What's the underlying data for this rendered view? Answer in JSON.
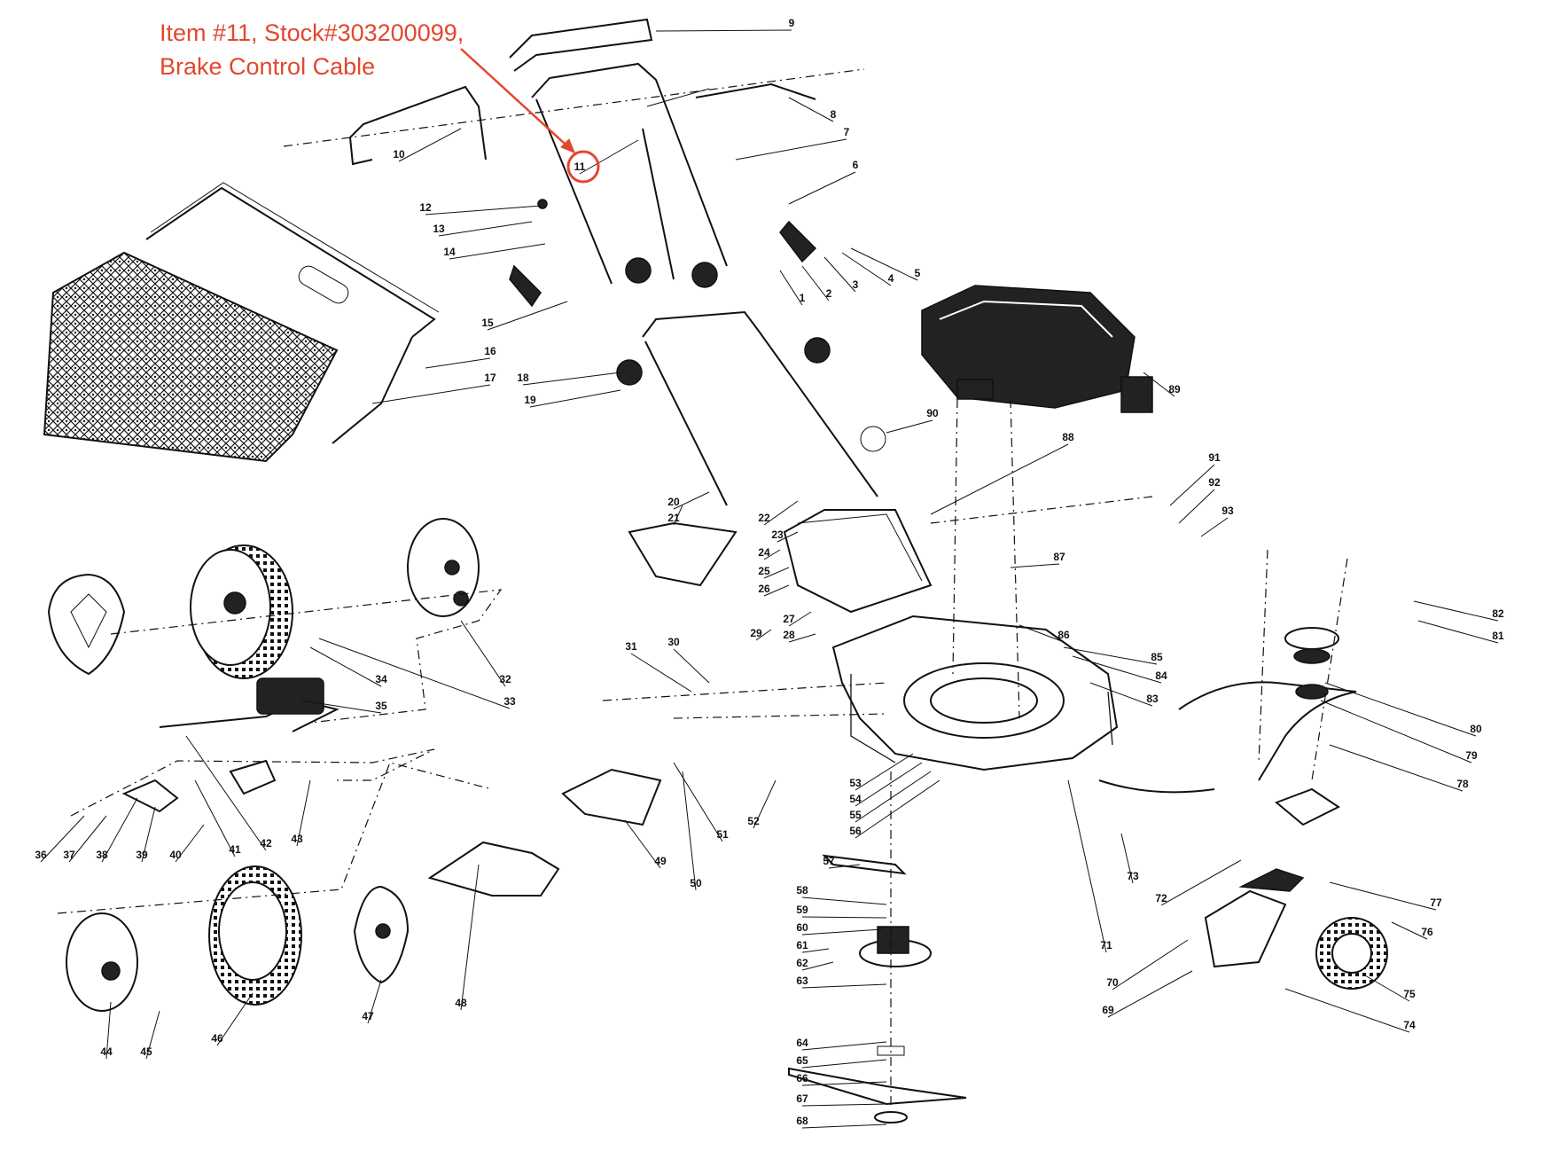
{
  "callout": {
    "line1": "Item #11, Stock#303200099,",
    "line2": "Brake Control Cable",
    "color": "#e2472d"
  },
  "part_numbers": [
    "1",
    "2",
    "3",
    "4",
    "5",
    "6",
    "7",
    "8",
    "9",
    "10",
    "11",
    "12",
    "13",
    "14",
    "15",
    "16",
    "17",
    "18",
    "19",
    "20",
    "21",
    "22",
    "23",
    "24",
    "25",
    "26",
    "27",
    "28",
    "29",
    "30",
    "31",
    "32",
    "33",
    "34",
    "35",
    "36",
    "37",
    "38",
    "39",
    "40",
    "41",
    "42",
    "43",
    "44",
    "45",
    "46",
    "47",
    "48",
    "49",
    "50",
    "51",
    "52",
    "53",
    "54",
    "55",
    "56",
    "57",
    "58",
    "59",
    "60",
    "61",
    "62",
    "63",
    "64",
    "65",
    "66",
    "67",
    "68",
    "69",
    "70",
    "71",
    "72",
    "73",
    "74",
    "75",
    "76",
    "77",
    "78",
    "79",
    "80",
    "81",
    "82",
    "83",
    "84",
    "85",
    "86",
    "87",
    "88",
    "89",
    "90",
    "91",
    "92",
    "93"
  ],
  "highlighted_part": "11"
}
